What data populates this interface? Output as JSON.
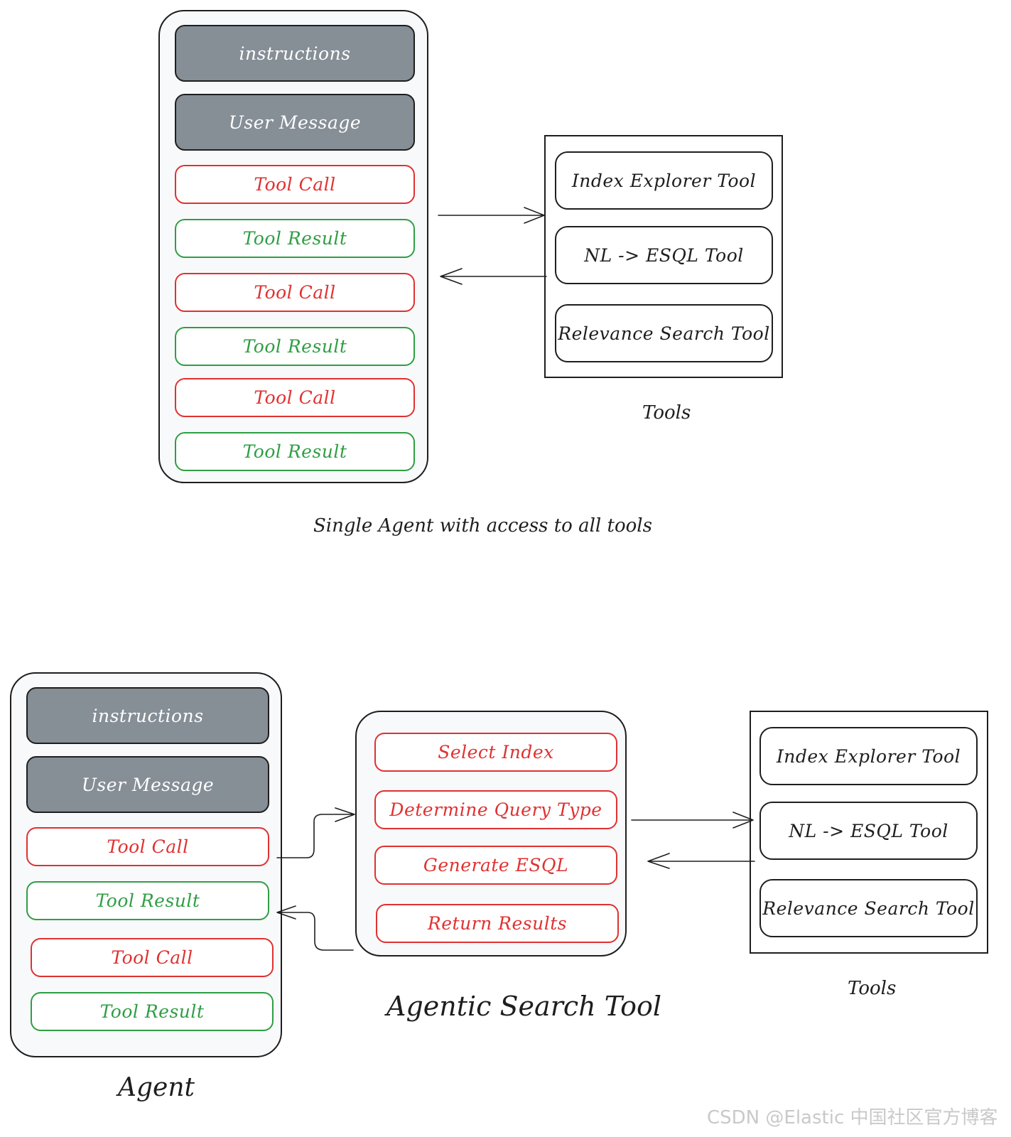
{
  "top": {
    "agent_blocks": [
      {
        "text": "instructions",
        "kind": "dark"
      },
      {
        "text": "User Message",
        "kind": "dark"
      },
      {
        "text": "Tool Call",
        "kind": "red"
      },
      {
        "text": "Tool Result",
        "kind": "green"
      },
      {
        "text": "Tool Call",
        "kind": "red"
      },
      {
        "text": "Tool Result",
        "kind": "green"
      },
      {
        "text": "Tool Call",
        "kind": "red"
      },
      {
        "text": "Tool Result",
        "kind": "green"
      }
    ],
    "tools": [
      "Index Explorer Tool",
      "NL -> ESQL Tool",
      "Relevance Search Tool"
    ],
    "tools_label": "Tools",
    "caption": "Single Agent with access to all tools"
  },
  "bottom": {
    "agent_blocks": [
      {
        "text": "instructions",
        "kind": "dark"
      },
      {
        "text": "User Message",
        "kind": "dark"
      },
      {
        "text": "Tool Call",
        "kind": "red"
      },
      {
        "text": "Tool Result",
        "kind": "green"
      },
      {
        "text": "Tool Call",
        "kind": "red"
      },
      {
        "text": "Tool Result",
        "kind": "green"
      }
    ],
    "agent_label": "Agent",
    "search_steps": [
      "Select Index",
      "Determine Query Type",
      "Generate ESQL",
      "Return Results"
    ],
    "search_label": "Agentic Search Tool",
    "tools": [
      "Index Explorer Tool",
      "NL -> ESQL Tool",
      "Relevance Search Tool"
    ],
    "tools_label": "Tools"
  },
  "watermark": "CSDN @Elastic 中国社区官方博客",
  "colors": {
    "dark_fill": "#868e96",
    "red": "#e03131",
    "green": "#2f9e44",
    "stroke": "#1e1e1e",
    "agent_bg": "#f8f9fa"
  }
}
